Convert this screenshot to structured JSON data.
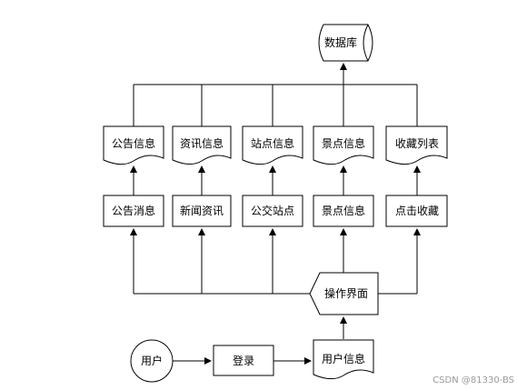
{
  "database": {
    "label": "数据库"
  },
  "documents": [
    {
      "label": "公告信息"
    },
    {
      "label": "资讯信息"
    },
    {
      "label": "站点信息"
    },
    {
      "label": "景点信息"
    },
    {
      "label": "收藏列表"
    }
  ],
  "functions": [
    {
      "label": "公告消息"
    },
    {
      "label": "新闻资讯"
    },
    {
      "label": "公交站点"
    },
    {
      "label": "景点信息"
    },
    {
      "label": "点击收藏"
    }
  ],
  "interface": {
    "label": "操作界面"
  },
  "user": {
    "label": "用户"
  },
  "login": {
    "label": "登录"
  },
  "user_info": {
    "label": "用户信息"
  },
  "watermark": "CSDN @81330-BS"
}
